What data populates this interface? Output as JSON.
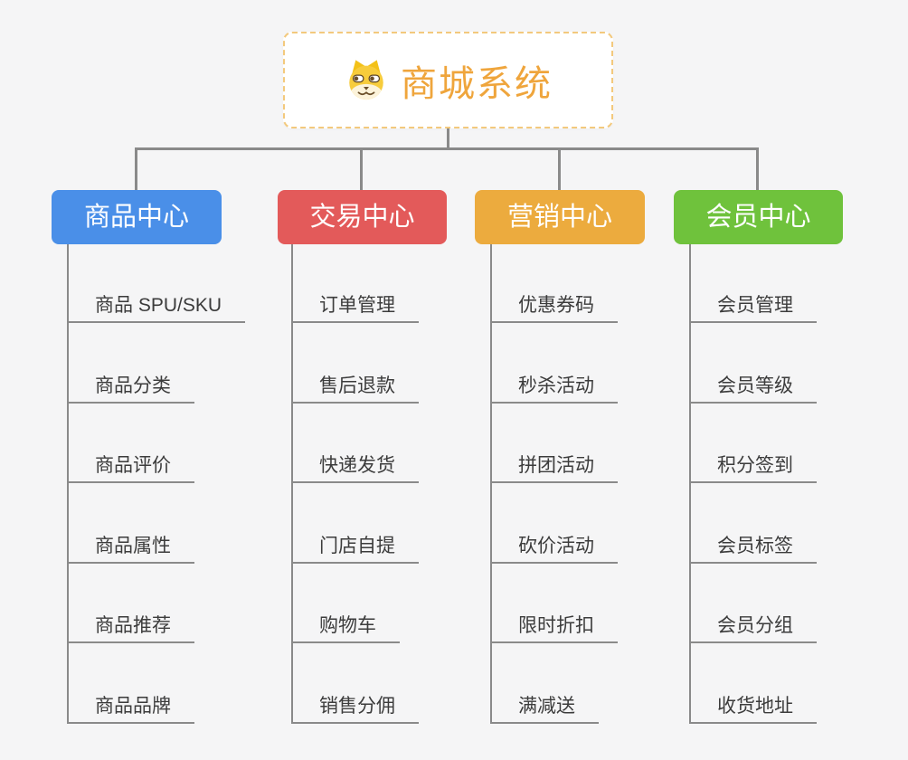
{
  "root": {
    "title": "商城系统",
    "icon": "dog-face-icon",
    "title_color": "#efa53c",
    "border_color": "#f3c97d"
  },
  "colors": {
    "background": "#f5f5f6",
    "connector": "#8a8a8a",
    "item_text": "#3c3c3c"
  },
  "branches": [
    {
      "label": "商品中心",
      "color": "#4a8fe8",
      "items": [
        "商品 SPU/SKU",
        "商品分类",
        "商品评价",
        "商品属性",
        "商品推荐",
        "商品品牌"
      ]
    },
    {
      "label": "交易中心",
      "color": "#e35a5a",
      "items": [
        "订单管理",
        "售后退款",
        "快递发货",
        "门店自提",
        "购物车",
        "销售分佣"
      ]
    },
    {
      "label": "营销中心",
      "color": "#ecab3e",
      "items": [
        "优惠券码",
        "秒杀活动",
        "拼团活动",
        "砍价活动",
        "限时折扣",
        "满减送"
      ]
    },
    {
      "label": "会员中心",
      "color": "#6fc23c",
      "items": [
        "会员管理",
        "会员等级",
        "积分签到",
        "会员标签",
        "会员分组",
        "收货地址"
      ]
    }
  ]
}
